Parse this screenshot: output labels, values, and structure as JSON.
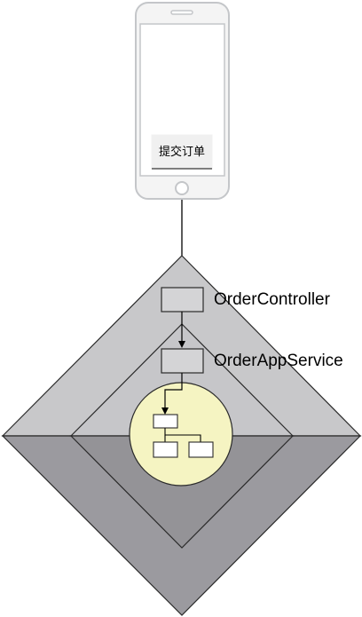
{
  "phone": {
    "button_label": "提交订单"
  },
  "layers": {
    "controller_label": "OrderController",
    "app_service_label": "OrderAppService"
  },
  "colors": {
    "outer_top": "#c8c8ca",
    "outer_bottom": "#9b9a9f",
    "inner_top": "#c6c6c9",
    "inner_bottom": "#949397",
    "domain_circle": "#f5f4c2",
    "component_box": "#d4d4d6",
    "phone_body": "#f4f4f4",
    "phone_frame": "#c4c6c9",
    "phone_button": "#f0f0f0"
  }
}
